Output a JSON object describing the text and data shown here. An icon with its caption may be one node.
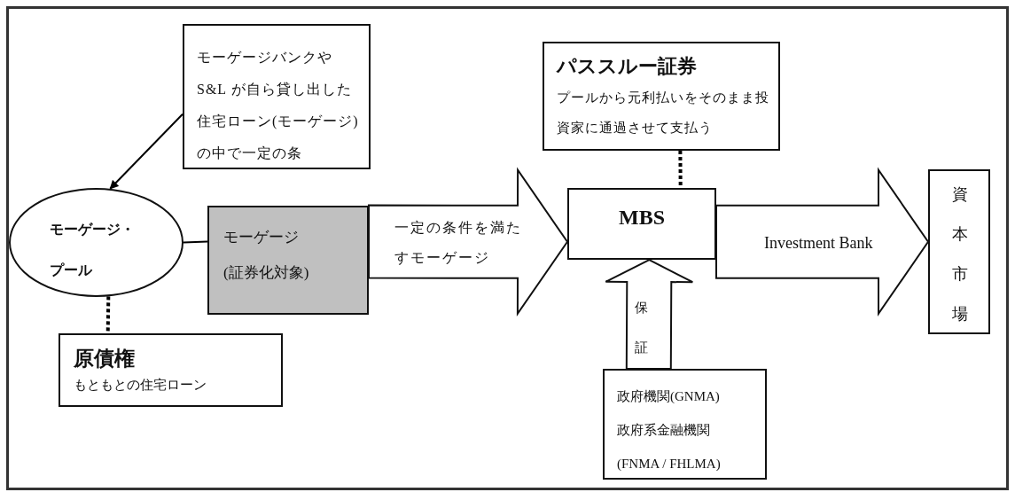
{
  "diagram": {
    "nodes": [
      {
        "text": [
          "モーゲージバンクや S&L が自ら貸し出した住宅ローン(モーゲージ)の中で一定の条"
        ]
      },
      {
        "text": [
          "モーゲージ・プール"
        ]
      },
      {
        "text": [
          "モーゲージ(証券化対象)"
        ]
      },
      {
        "text": [
          "原債権",
          "もともとの住宅ローン"
        ]
      },
      {
        "text": [
          "MBS"
        ]
      },
      {
        "text": [
          "パススルー証券",
          "プールから元利払いをそのまま投資家に通過させて支払う"
        ]
      },
      {
        "text": [
          "政府機関(GNMA)",
          "政府系金融機関",
          "(FNMA / FHLMA)"
        ]
      },
      {
        "text": [
          "資本市場"
        ]
      }
    ],
    "edges": [
      {
        "from": 0,
        "to": 1,
        "arrow": "to"
      },
      {
        "from": 1,
        "to": 2,
        "arrow": "none"
      },
      {
        "from": 1,
        "to": 3,
        "arrow": "none",
        "style": "dashed"
      },
      {
        "from": 5,
        "to": 4,
        "arrow": "none",
        "style": "dashed"
      },
      {
        "from": 2,
        "to": 4,
        "arrow": "to",
        "style": "thick",
        "label": "一定の条件を満たすモーゲージ"
      },
      {
        "from": 6,
        "to": 4,
        "arrow": "to",
        "style": "thick",
        "label": "保証"
      },
      {
        "from": 4,
        "to": 7,
        "arrow": "to",
        "style": "thick",
        "label": "Investment Bank"
      }
    ]
  }
}
